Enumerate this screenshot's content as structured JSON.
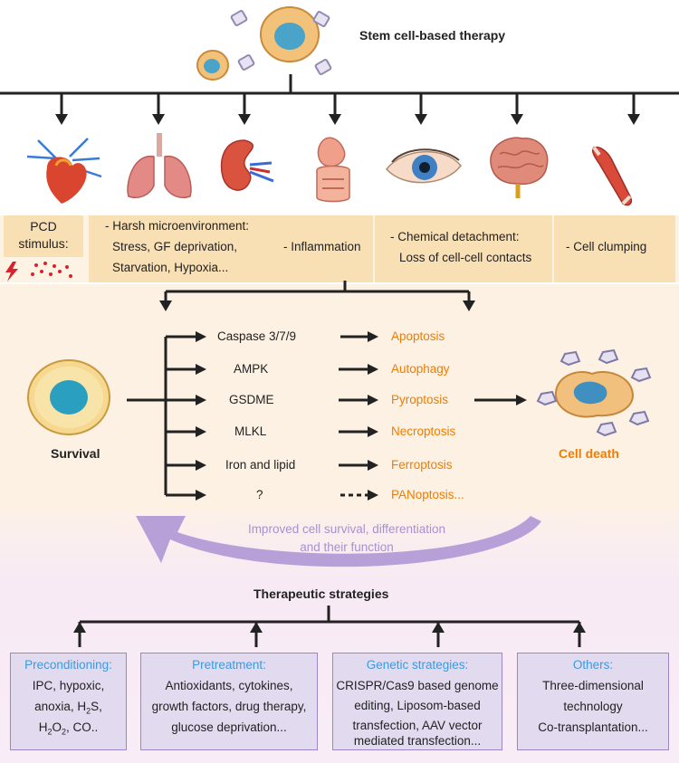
{
  "header": {
    "title": "Stem cell-based therapy"
  },
  "organs": [
    {
      "name": "heart-icon"
    },
    {
      "name": "lungs-icon"
    },
    {
      "name": "kidney-icon"
    },
    {
      "name": "stomach-intestine-icon"
    },
    {
      "name": "eye-icon"
    },
    {
      "name": "brain-icon"
    },
    {
      "name": "muscle-icon"
    }
  ],
  "stimulus": {
    "label_line1": "PCD",
    "label_line2": "stimulus:",
    "items": [
      {
        "lines": [
          "- Harsh microenvironment:",
          "Stress, GF deprivation,",
          "Starvation, Hypoxia..."
        ]
      },
      {
        "lines": [
          "- Inflammation"
        ]
      },
      {
        "lines": [
          "- Chemical detachment:",
          "Loss of cell-cell contacts"
        ]
      },
      {
        "lines": [
          "- Cell clumping"
        ]
      }
    ]
  },
  "pathways": {
    "survival_label": "Survival",
    "death_label": "Cell death",
    "rows": [
      {
        "mediator": "Caspase 3/7/9",
        "outcome": "Apoptosis"
      },
      {
        "mediator": "AMPK",
        "outcome": "Autophagy"
      },
      {
        "mediator": "GSDME",
        "outcome": "Pyroptosis"
      },
      {
        "mediator": "MLKL",
        "outcome": "Necroptosis"
      },
      {
        "mediator": "Iron and lipid",
        "outcome": "Ferroptosis"
      },
      {
        "mediator": "?",
        "outcome": "PANoptosis..."
      }
    ]
  },
  "feedback": {
    "line1": "Improved cell survival, differentiation",
    "line2": "and their function"
  },
  "strategies": {
    "title": "Therapeutic strategies",
    "boxes": [
      {
        "heading": "Preconditioning:"
      },
      {
        "heading": "Pretreatment:",
        "lines": [
          "Antioxidants, cytokines,",
          "growth factors, drug therapy,",
          "glucose deprivation..."
        ]
      },
      {
        "heading": "Genetic strategies:",
        "lines": [
          "CRISPR/Cas9 based genome",
          "editing, Liposom-based",
          "transfection, AAV vector",
          "mediated transfection..."
        ]
      },
      {
        "heading": "Others:",
        "lines": [
          "Three-dimensional",
          "technology",
          "Co-transplantation..."
        ]
      }
    ],
    "precond_lines": {
      "l1": "IPC, hypoxic,",
      "l2": "anoxia, H",
      "l2_sub": "2",
      "l2_end": "S,",
      "l3a": "H",
      "l3a_sub": "2",
      "l3b": "O",
      "l3b_sub": "2",
      "l3_end": ", CO.."
    }
  },
  "colors": {
    "stimulus_bg": "#f9dfb4",
    "pathway_bg": "#fcf1e3",
    "strategy_bg": "#f8ecf5",
    "box_bg": "#e4dcf0",
    "box_border": "#9a86c4",
    "accent_orange": "#ef7d00",
    "accent_blue": "#3a9be0",
    "feedback_arrow": "#b7a0d8"
  }
}
